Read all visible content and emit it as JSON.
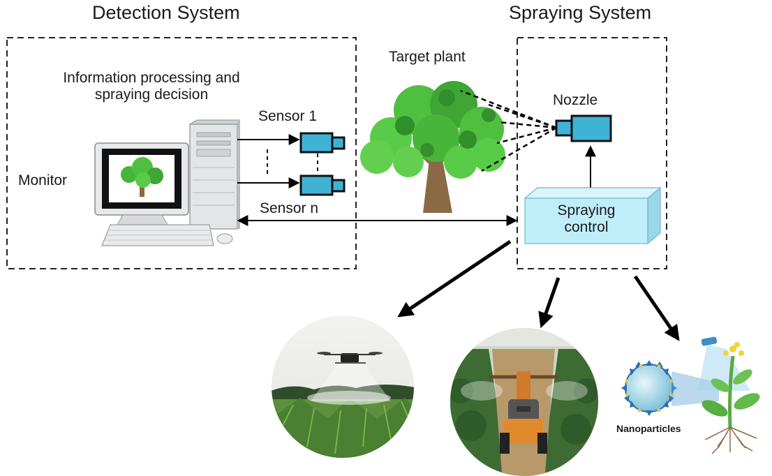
{
  "diagram": {
    "detection_title": "Detection System",
    "spraying_title": "Spraying System",
    "info_processing": "Information processing and\nspraying decision",
    "monitor": "Monitor",
    "sensor_1": "Sensor 1",
    "sensor_n": "Sensor n",
    "target_plant": "Target plant",
    "nozzle": "Nozzle",
    "spraying_control": "Spraying\ncontrol",
    "nanoparticles": "Nanoparticles"
  },
  "colors": {
    "sensor_blue": "#3fb3d6",
    "control_box": "#bfeefa",
    "tree_green": "#4fbf3f",
    "trunk_brown": "#8a6a45",
    "arrow": "#000000"
  }
}
